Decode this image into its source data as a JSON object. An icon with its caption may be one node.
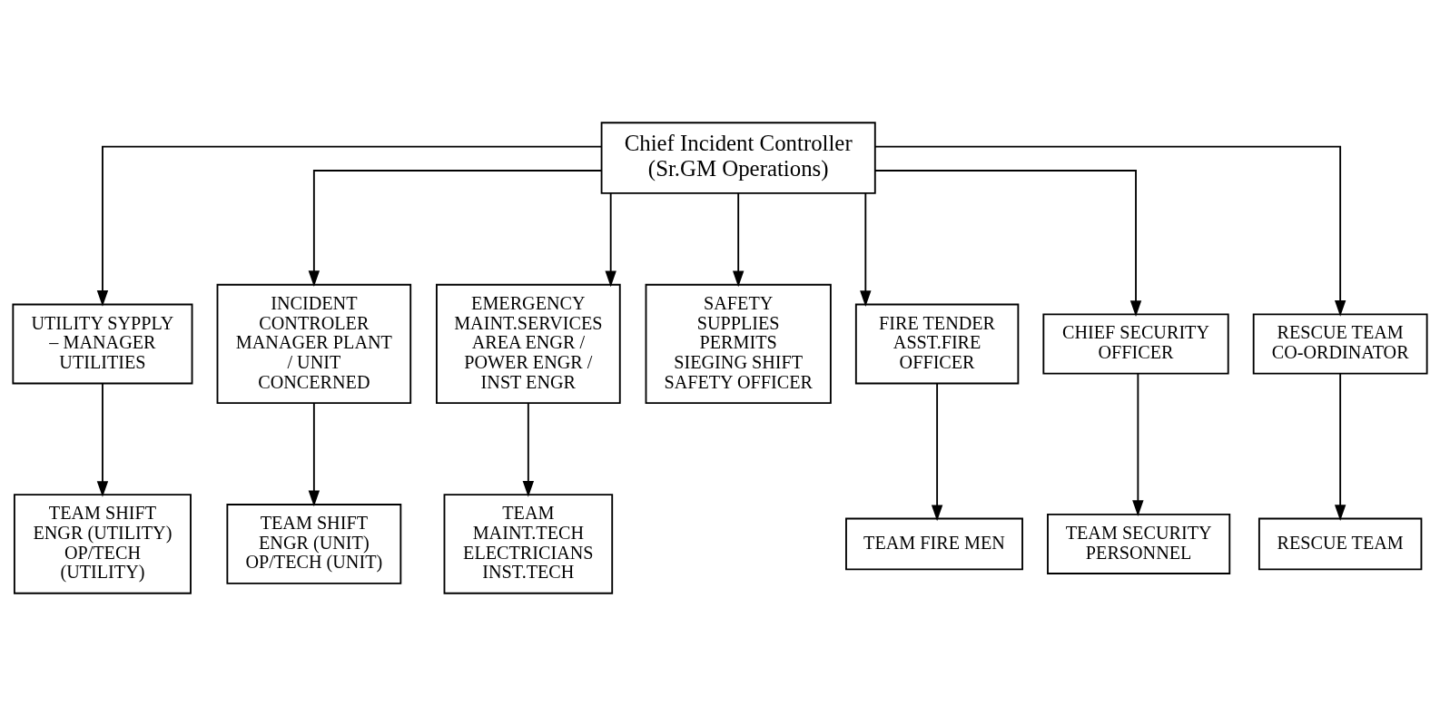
{
  "diagram": {
    "nodes": [
      {
        "text": [
          "Chief Incident Controller",
          "(Sr.GM Operations)"
        ]
      },
      {
        "text": [
          "UTILITY SYPPLY – MANAGER UTILITIES"
        ]
      },
      {
        "text": [
          "INCIDENT CONTROLER MANAGER PLANT / UNIT CONCERNED"
        ]
      },
      {
        "text": [
          "EMERGENCY MAINT.SERVICES AREA ENGR / POWER ENGR / INST ENGR"
        ]
      },
      {
        "text": [
          "SAFETY SUPPLIES PERMITS SIEGING SHIFT SAFETY OFFICER"
        ]
      },
      {
        "text": [
          "FIRE TENDER ASST.FIRE OFFICER"
        ]
      },
      {
        "text": [
          "CHIEF SECURITY OFFICER"
        ]
      },
      {
        "text": [
          "RESCUE TEAM CO-ORDINATOR"
        ]
      },
      {
        "text": [
          "TEAM SHIFT ENGR (UTILITY) OP/TECH (UTILITY)"
        ]
      },
      {
        "text": [
          "TEAM SHIFT ENGR (UNIT) OP/TECH (UNIT)"
        ]
      },
      {
        "text": [
          "TEAM MAINT.TECH ELECTRICIANS INST.TECH"
        ]
      },
      {
        "text": [
          "TEAM FIRE MEN"
        ]
      },
      {
        "text": [
          "TEAM SECURITY PERSONNEL"
        ]
      },
      {
        "text": [
          "RESCUE TEAM"
        ]
      }
    ],
    "edges": [
      {
        "from": 0,
        "to": 1,
        "arrow": "to"
      },
      {
        "from": 0,
        "to": 2,
        "arrow": "to"
      },
      {
        "from": 0,
        "to": 3,
        "arrow": "to"
      },
      {
        "from": 0,
        "to": 4,
        "arrow": "to"
      },
      {
        "from": 0,
        "to": 5,
        "arrow": "to"
      },
      {
        "from": 0,
        "to": 6,
        "arrow": "to"
      },
      {
        "from": 0,
        "to": 7,
        "arrow": "to"
      },
      {
        "from": 1,
        "to": 8,
        "arrow": "to"
      },
      {
        "from": 2,
        "to": 9,
        "arrow": "to"
      },
      {
        "from": 3,
        "to": 10,
        "arrow": "to"
      },
      {
        "from": 5,
        "to": 11,
        "arrow": "to"
      },
      {
        "from": 6,
        "to": 12,
        "arrow": "to"
      },
      {
        "from": 7,
        "to": 13,
        "arrow": "to"
      }
    ]
  }
}
